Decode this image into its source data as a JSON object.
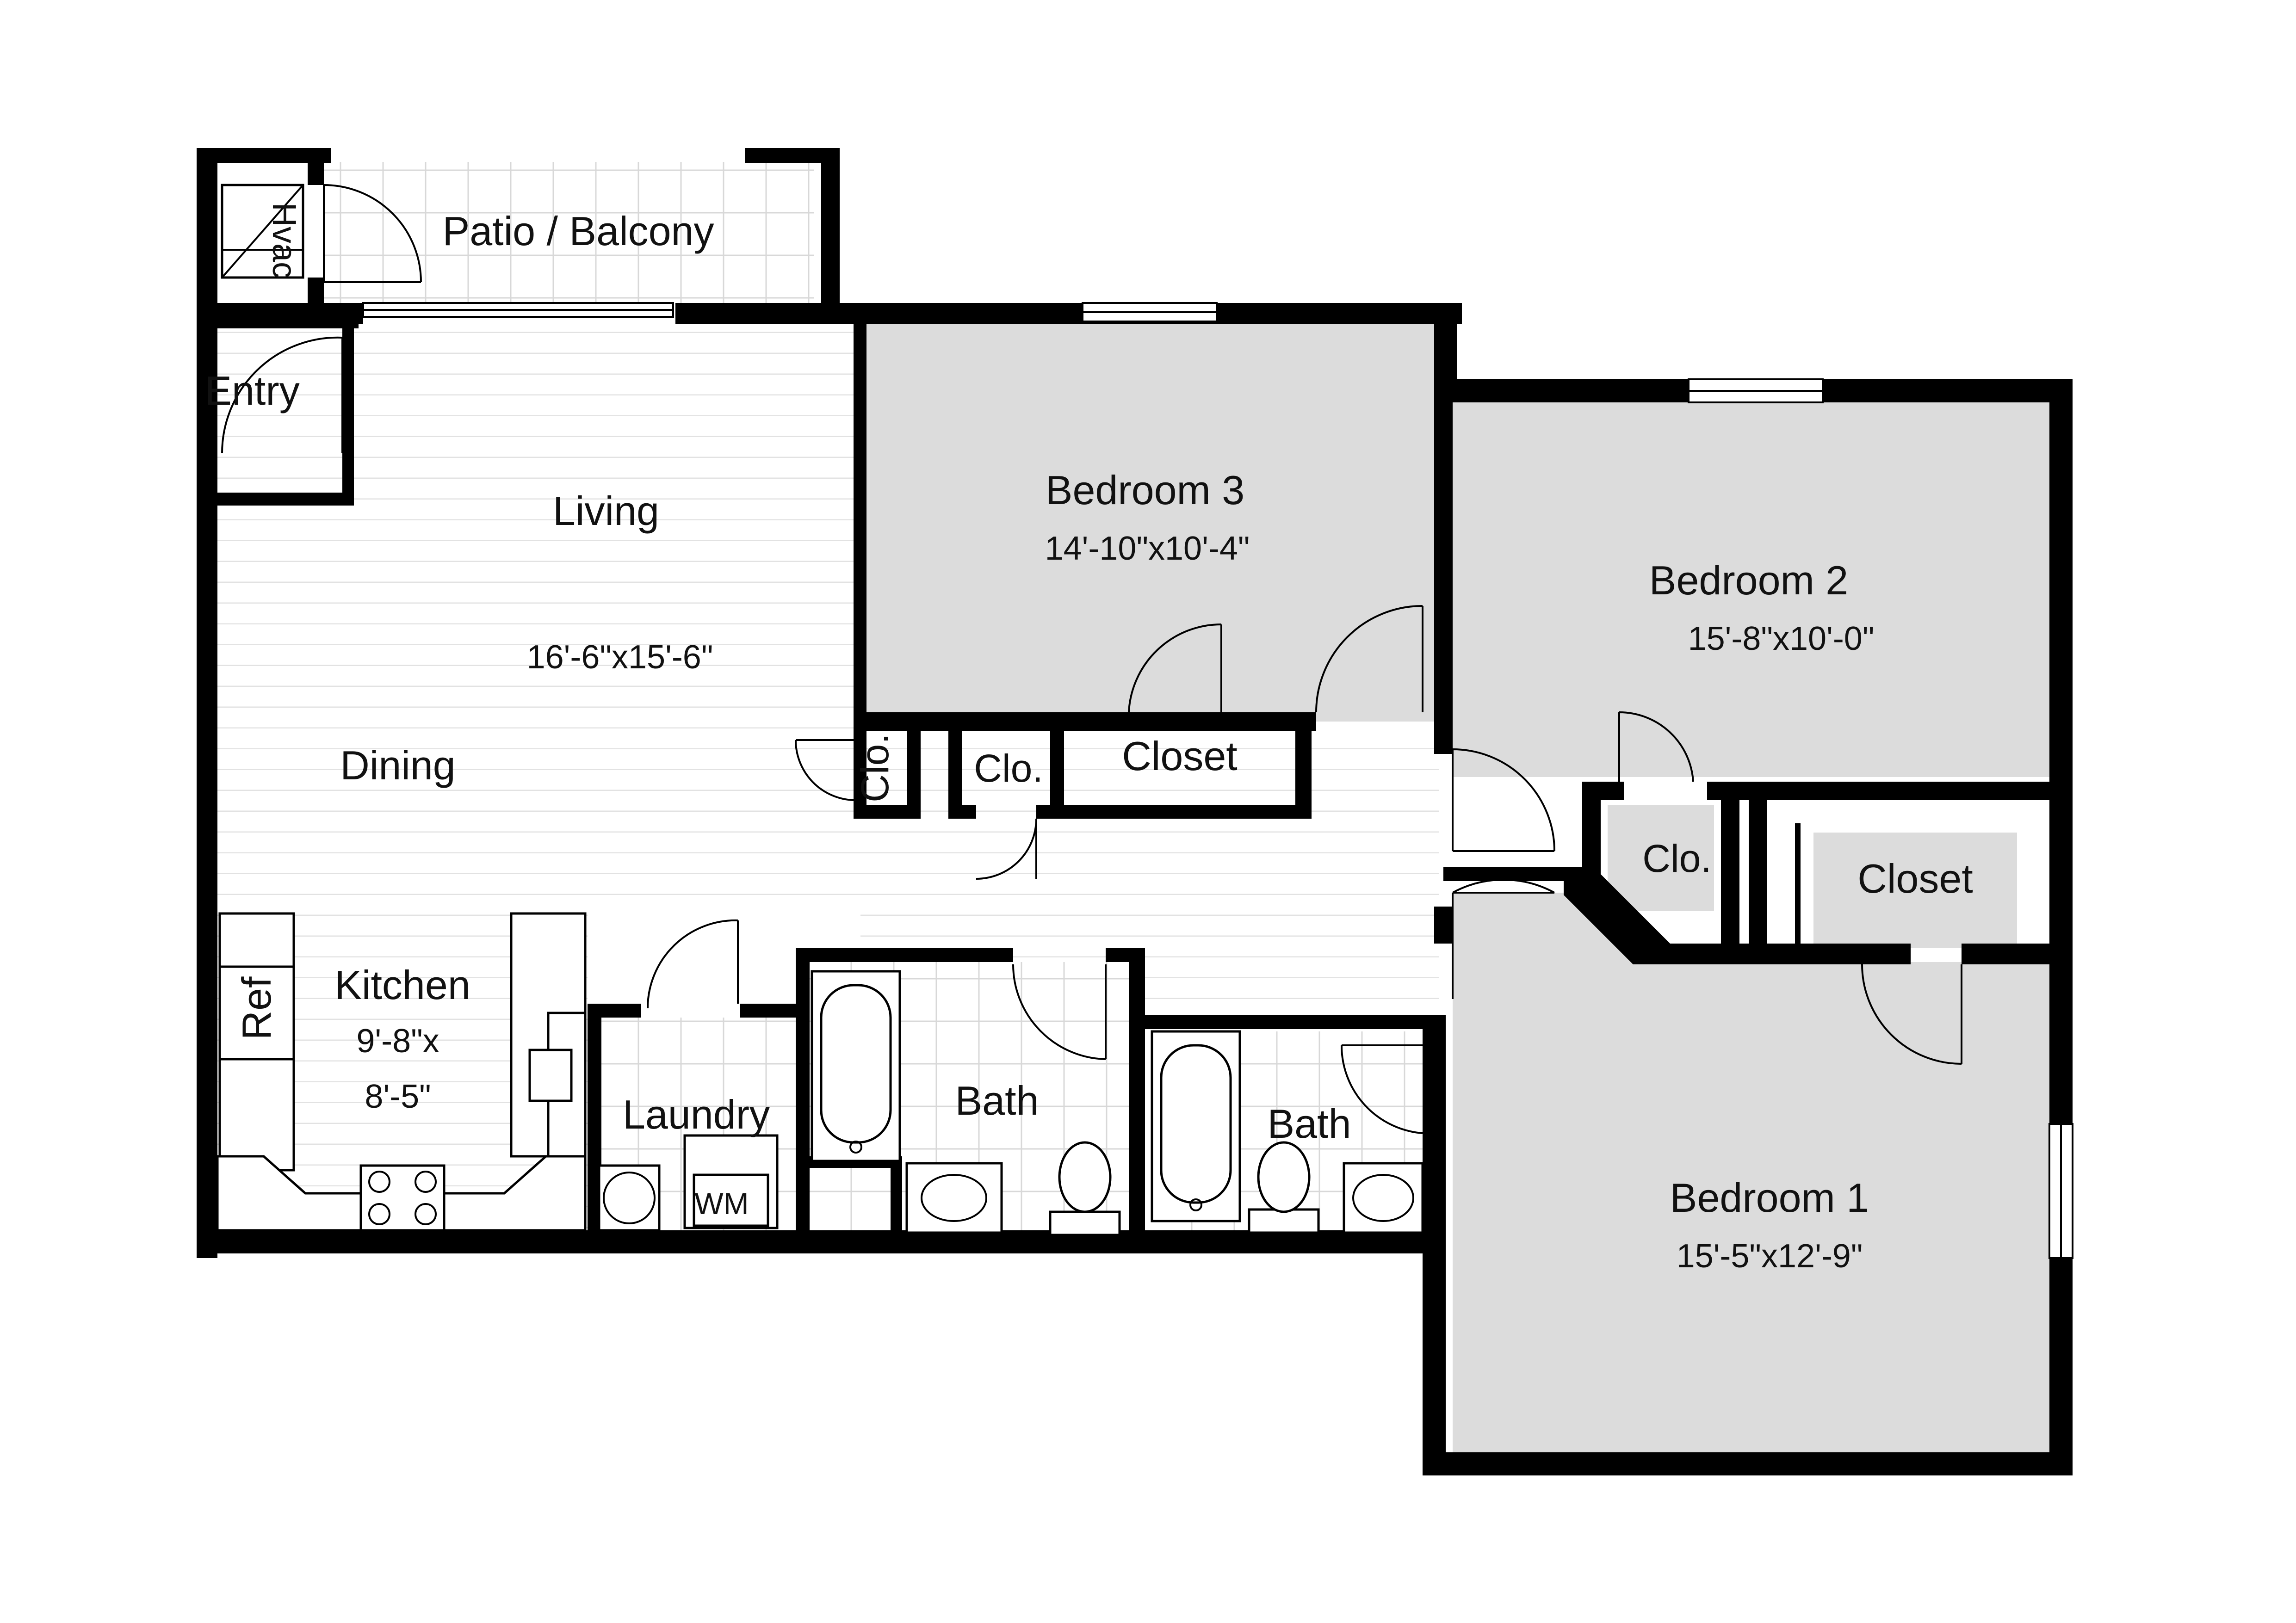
{
  "colors": {
    "wall": "#000000",
    "bedroom_fill": "#dcdcdc",
    "floor_fill": "#ffffff",
    "plank_line": "#e2e2e2",
    "tile_line": "#d8d8d8"
  },
  "rooms": {
    "patio": {
      "name": "Patio / Balcony"
    },
    "hvac": {
      "name": "Hvac"
    },
    "entry": {
      "name": "Entry"
    },
    "living": {
      "name": "Living",
      "size": "16'-6\"x15'-6\""
    },
    "dining": {
      "name": "Dining"
    },
    "kitchen": {
      "name": "Kitchen",
      "size_line1": "9'-8\"x",
      "size_line2": "8'-5\""
    },
    "ref": {
      "name": "Ref"
    },
    "laundry": {
      "name": "Laundry"
    },
    "wm": {
      "name": "WM"
    },
    "bath_main": {
      "name": "Bath"
    },
    "bath_second": {
      "name": "Bath"
    },
    "bedroom3": {
      "name": "Bedroom 3",
      "size": "14'-10\"x10'-4\""
    },
    "bedroom2": {
      "name": "Bedroom 2",
      "size": "15'-8\"x10'-0\""
    },
    "bedroom1": {
      "name": "Bedroom 1",
      "size": "15'-5\"x12'-9\""
    },
    "clo_vertical": {
      "name": "Clo."
    },
    "clo_hall": {
      "name": "Clo."
    },
    "closet_hall": {
      "name": "Closet"
    },
    "clo_bed2": {
      "name": "Clo."
    },
    "closet_bed1": {
      "name": "Closet"
    }
  },
  "icons": [
    "door-swing-icon",
    "bathtub-icon",
    "toilet-icon",
    "sink-icon",
    "stove-icon",
    "washer-icon",
    "dryer-icon",
    "kitchen-sink-icon"
  ]
}
